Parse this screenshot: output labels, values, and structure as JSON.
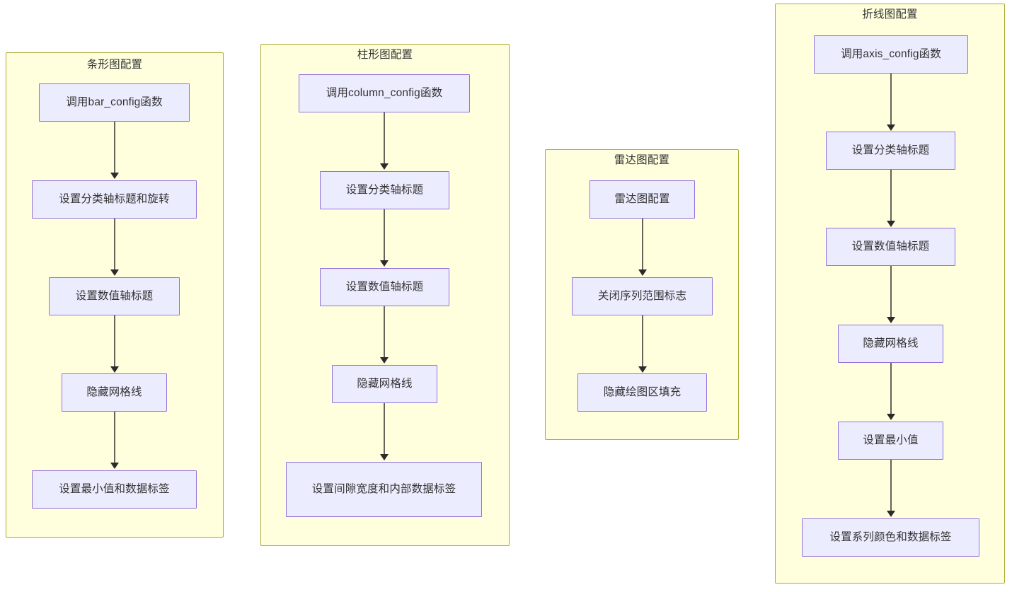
{
  "diagram": {
    "type": "flowchart",
    "orientation": "left-to-right subgraphs, top-to-bottom nodes",
    "background_color": "#ffffff",
    "cluster_fill": "#ffffde",
    "cluster_stroke": "#aaaa33",
    "node_fill": "#ececff",
    "node_stroke": "#9370db",
    "edge_color": "#64645a",
    "arrowhead_color": "#2b2b2b",
    "text_color": "#333333"
  },
  "clusters": [
    {
      "id": "bar",
      "title": "条形图配置",
      "nodes": [
        {
          "id": "bar-1",
          "label": "调用bar_config函数"
        },
        {
          "id": "bar-2",
          "label": "设置分类轴标题和旋转"
        },
        {
          "id": "bar-3",
          "label": "设置数值轴标题"
        },
        {
          "id": "bar-4",
          "label": "隐藏网格线"
        },
        {
          "id": "bar-5",
          "label": "设置最小值和数据标签"
        }
      ],
      "edges": [
        {
          "from": "bar-1",
          "to": "bar-2"
        },
        {
          "from": "bar-2",
          "to": "bar-3"
        },
        {
          "from": "bar-3",
          "to": "bar-4"
        },
        {
          "from": "bar-4",
          "to": "bar-5"
        }
      ]
    },
    {
      "id": "column",
      "title": "柱形图配置",
      "nodes": [
        {
          "id": "col-1",
          "label": "调用column_config函数"
        },
        {
          "id": "col-2",
          "label": "设置分类轴标题"
        },
        {
          "id": "col-3",
          "label": "设置数值轴标题"
        },
        {
          "id": "col-4",
          "label": "隐藏网格线"
        },
        {
          "id": "col-5",
          "label": "设置间隙宽度和内部数据标签"
        }
      ],
      "edges": [
        {
          "from": "col-1",
          "to": "col-2"
        },
        {
          "from": "col-2",
          "to": "col-3"
        },
        {
          "from": "col-3",
          "to": "col-4"
        },
        {
          "from": "col-4",
          "to": "col-5"
        }
      ]
    },
    {
      "id": "radar",
      "title": "雷达图配置",
      "nodes": [
        {
          "id": "rad-1",
          "label": "雷达图配置"
        },
        {
          "id": "rad-2",
          "label": "关闭序列范围标志"
        },
        {
          "id": "rad-3",
          "label": "隐藏绘图区填充"
        }
      ],
      "edges": [
        {
          "from": "rad-1",
          "to": "rad-2"
        },
        {
          "from": "rad-2",
          "to": "rad-3"
        }
      ]
    },
    {
      "id": "line",
      "title": "折线图配置",
      "nodes": [
        {
          "id": "line-1",
          "label": "调用axis_config函数"
        },
        {
          "id": "line-2",
          "label": "设置分类轴标题"
        },
        {
          "id": "line-3",
          "label": "设置数值轴标题"
        },
        {
          "id": "line-4",
          "label": "隐藏网格线"
        },
        {
          "id": "line-5",
          "label": "设置最小值"
        },
        {
          "id": "line-6",
          "label": "设置系列颜色和数据标签"
        }
      ],
      "edges": [
        {
          "from": "line-1",
          "to": "line-2"
        },
        {
          "from": "line-2",
          "to": "line-3"
        },
        {
          "from": "line-3",
          "to": "line-4"
        },
        {
          "from": "line-4",
          "to": "line-5"
        },
        {
          "from": "line-5",
          "to": "line-6"
        }
      ]
    }
  ]
}
